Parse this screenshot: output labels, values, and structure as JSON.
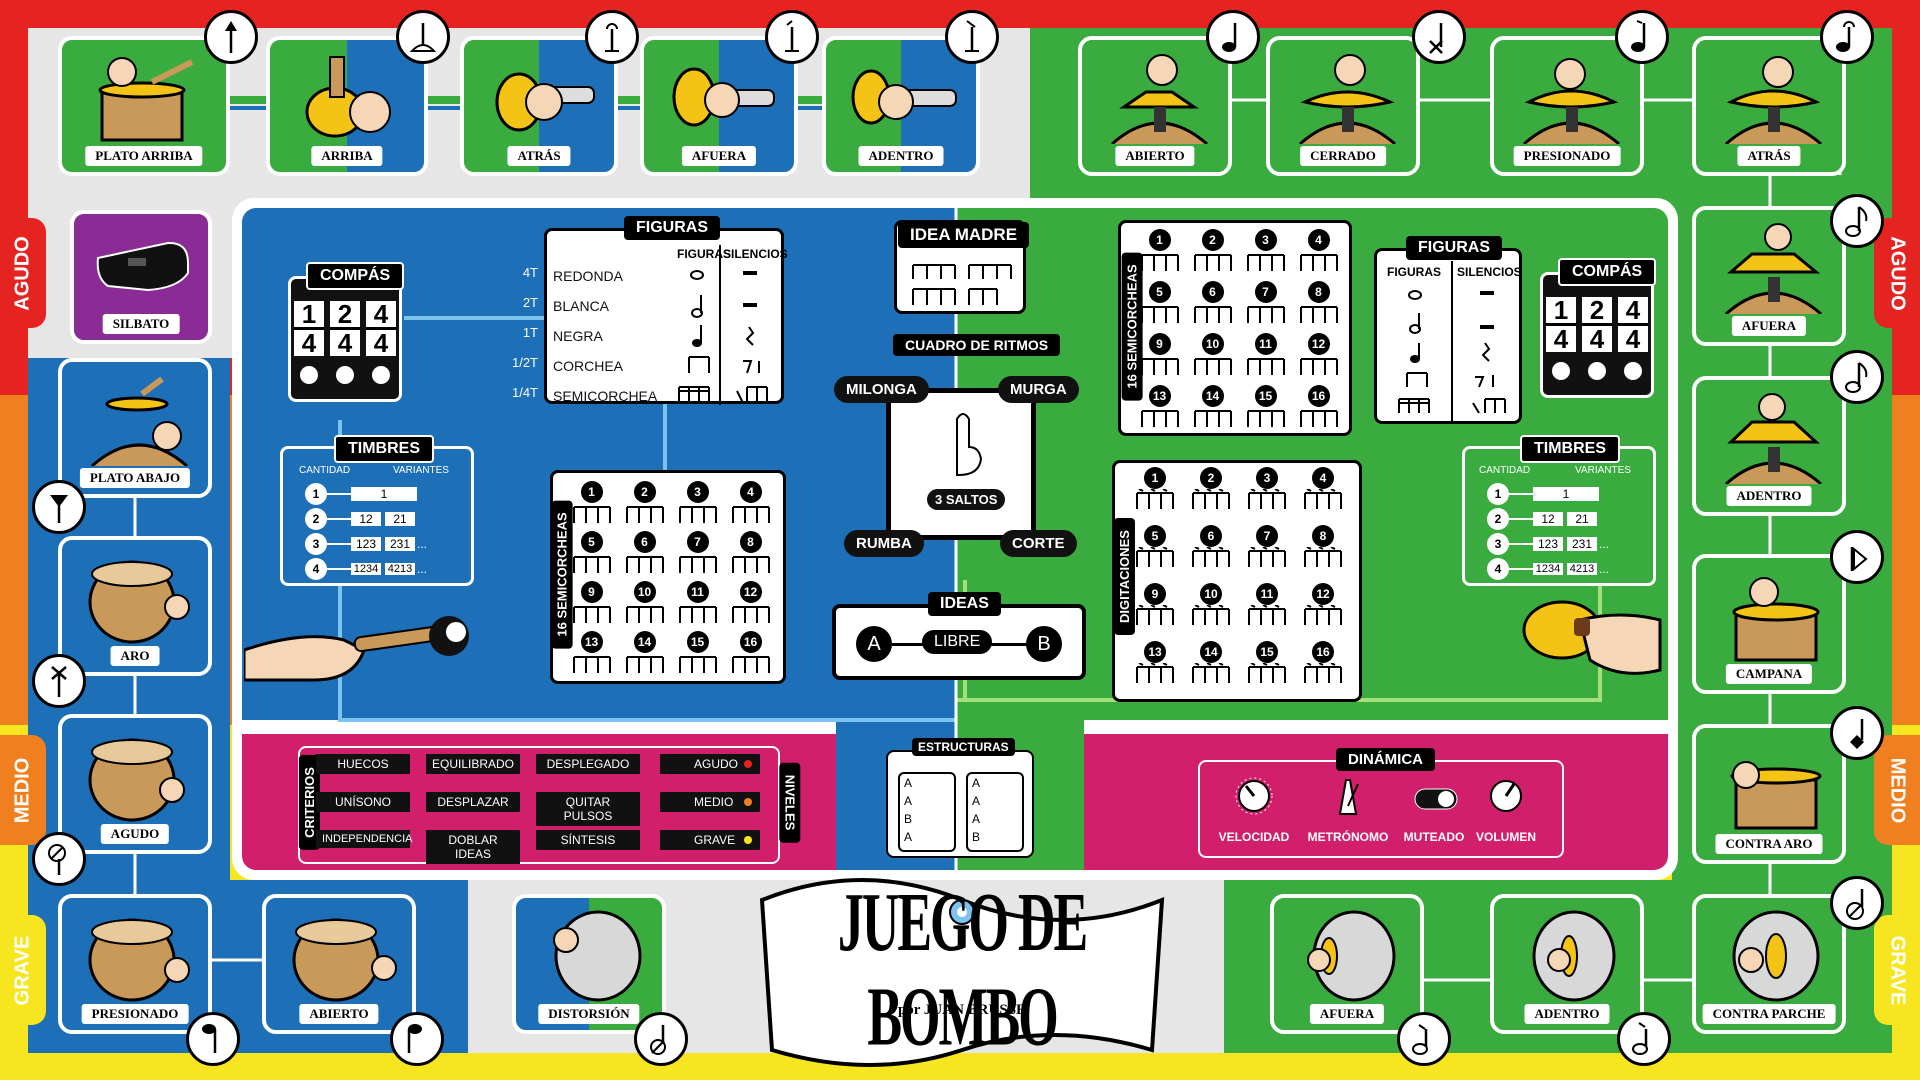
{
  "colors": {
    "red": "#e52421",
    "orange": "#f07f1f",
    "yellow": "#f6e51f",
    "blue": "#1d6fb8",
    "green": "#3aac3f",
    "magenta": "#d21f6b",
    "gray": "#e6e6e6",
    "purple": "#8b2c96",
    "white": "#ffffff",
    "black": "#000000"
  },
  "bands": {
    "agudo": "AGUDO",
    "medio": "MEDIO",
    "grave": "GRAVE"
  },
  "top_tiles": [
    "PLATO ARRIBA",
    "ARRIBA",
    "ATRÁS",
    "AFUERA",
    "ADENTRO"
  ],
  "top_right_tiles": [
    "ABIERTO",
    "CERRADO",
    "PRESIONADO",
    "ATRÁS"
  ],
  "right_tiles": [
    "AFUERA",
    "ADENTRO",
    "CAMPANA",
    "CONTRA ARO",
    "CONTRA PARCHE"
  ],
  "bottom_right_tiles": [
    "AFUERA",
    "ADENTRO"
  ],
  "left_tiles": [
    "SILBATO",
    "PLATO ABAJO",
    "ARO",
    "AGUDO",
    "PRESIONADO",
    "ABIERTO"
  ],
  "bottom_mid_tile": "DISTORSIÓN",
  "left_board": {
    "compas": {
      "title": "COMPÁS",
      "fractions": [
        [
          "1",
          "4"
        ],
        [
          "2",
          "4"
        ],
        [
          "4",
          "4"
        ]
      ]
    },
    "figuras": {
      "title": "FIGURAS",
      "col1": "FIGURAS",
      "col2": "SILENCIOS",
      "rows": [
        {
          "t": "4T",
          "name": "REDONDA"
        },
        {
          "t": "2T",
          "name": "BLANCA"
        },
        {
          "t": "1T",
          "name": "NEGRA"
        },
        {
          "t": "1/2T",
          "name": "CORCHEA"
        },
        {
          "t": "1/4T",
          "name": "SEMICORCHEA"
        }
      ]
    },
    "timbres": {
      "title": "TIMBRES",
      "cantidad": "CANTIDAD",
      "variantes": "VARIANTES",
      "rows": [
        {
          "n": "1",
          "v": [
            "1"
          ]
        },
        {
          "n": "2",
          "v": [
            "12",
            "21"
          ]
        },
        {
          "n": "3",
          "v": [
            "123",
            "231"
          ]
        },
        {
          "n": "4",
          "v": [
            "1234",
            "4213"
          ]
        }
      ],
      "ellipsis": "..."
    },
    "semicorcheas": {
      "title": "16 SEMICORCHEAS",
      "nums": [
        "1",
        "2",
        "3",
        "4",
        "5",
        "6",
        "7",
        "8",
        "9",
        "10",
        "11",
        "12",
        "13",
        "14",
        "15",
        "16"
      ]
    }
  },
  "center": {
    "idea_madre": "IDEA MADRE",
    "cuadro": "CUADRO DE RITMOS",
    "rhythms": [
      "MILONGA",
      "MURGA",
      "RUMBA",
      "CORTE"
    ],
    "saltos": "3 SALTOS",
    "ideas": {
      "title": "IDEAS",
      "a": "A",
      "libre": "LIBRE",
      "b": "B"
    },
    "estructuras": {
      "title": "ESTRUCTURAS",
      "col1": [
        "A",
        "A",
        "B",
        "A"
      ],
      "col2": [
        "A",
        "A",
        "A",
        "B"
      ]
    }
  },
  "right_board": {
    "semicorcheas": {
      "title": "16 SEMICORCHEAS",
      "nums": [
        "1",
        "2",
        "3",
        "4",
        "5",
        "6",
        "7",
        "8",
        "9",
        "10",
        "11",
        "12",
        "13",
        "14",
        "15",
        "16"
      ]
    },
    "digitaciones": {
      "title": "DIGITACIONES",
      "nums": [
        "1",
        "2",
        "3",
        "4",
        "5",
        "6",
        "7",
        "8",
        "9",
        "10",
        "11",
        "12",
        "13",
        "14",
        "15",
        "16"
      ]
    },
    "figuras": {
      "title": "FIGURAS",
      "col1": "FIGURAS",
      "col2": "SILENCIOS"
    },
    "compas": {
      "title": "COMPÁS",
      "fractions": [
        [
          "1",
          "4"
        ],
        [
          "2",
          "4"
        ],
        [
          "4",
          "4"
        ]
      ]
    },
    "timbres": {
      "title": "TIMBRES",
      "cantidad": "CANTIDAD",
      "variantes": "VARIANTES",
      "rows": [
        {
          "n": "1",
          "v": [
            "1"
          ]
        },
        {
          "n": "2",
          "v": [
            "12",
            "21"
          ]
        },
        {
          "n": "3",
          "v": [
            "123",
            "231"
          ]
        },
        {
          "n": "4",
          "v": [
            "1234",
            "4213"
          ]
        }
      ],
      "ellipsis": "..."
    }
  },
  "criterios": {
    "title": "CRITERIOS",
    "items": [
      [
        "HUECOS",
        "EQUILIBRADO",
        "DESPLEGADO"
      ],
      [
        "UNÍSONO",
        "DESPLAZAR",
        "QUITAR PULSOS"
      ],
      [
        "INDEPENDENCIA",
        "DOBLAR IDEAS",
        "SÍNTESIS"
      ]
    ]
  },
  "niveles": {
    "title": "NIVELES",
    "items": [
      "AGUDO",
      "MEDIO",
      "GRAVE"
    ],
    "dot_colors": [
      "#e52421",
      "#f07f1f",
      "#f6e51f"
    ]
  },
  "dinamica": {
    "title": "DINÁMICA",
    "items": [
      "VELOCIDAD",
      "METRÓNOMO",
      "MUTEADO",
      "VOLUMEN"
    ]
  },
  "logo": {
    "title": "JUEGO DE BOMBO",
    "author": "por JUAN BRUSSE"
  }
}
